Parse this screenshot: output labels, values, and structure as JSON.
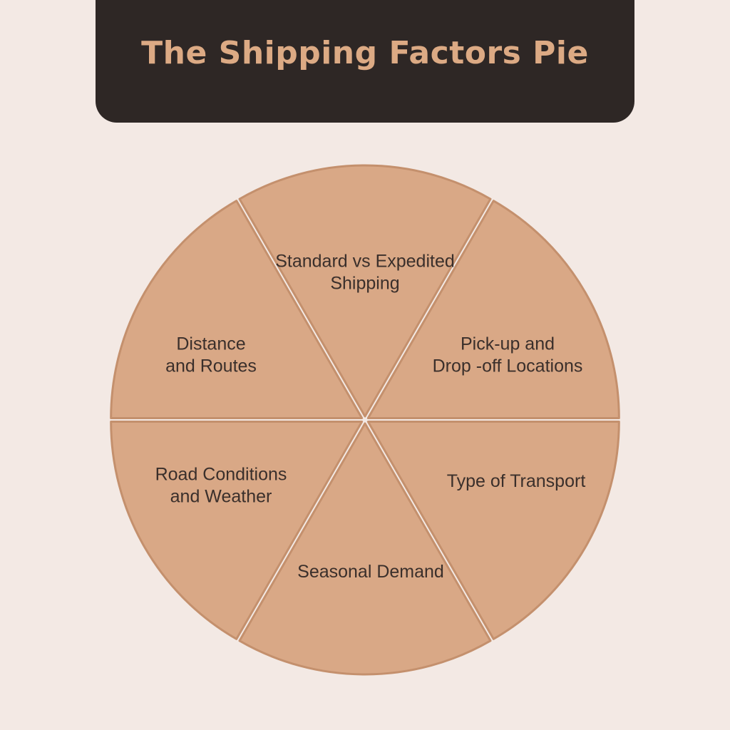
{
  "title": "The Shipping Factors Pie",
  "colors": {
    "background": "#f3e9e4",
    "banner": "#2e2725",
    "title_text": "#dcaa84",
    "slice_fill": "#d9a886",
    "slice_border": "#c4906d",
    "label_text": "#3a2f2b"
  },
  "slices": [
    {
      "lines": [
        "Standard vs Expedited",
        "Shipping"
      ]
    },
    {
      "lines": [
        "Pick-up and",
        "Drop -off Locations"
      ]
    },
    {
      "lines": [
        "Type of Transport"
      ]
    },
    {
      "lines": [
        "Seasonal Demand"
      ]
    },
    {
      "lines": [
        "Road Conditions",
        "and Weather"
      ]
    },
    {
      "lines": [
        "Distance",
        "and Routes"
      ]
    }
  ]
}
